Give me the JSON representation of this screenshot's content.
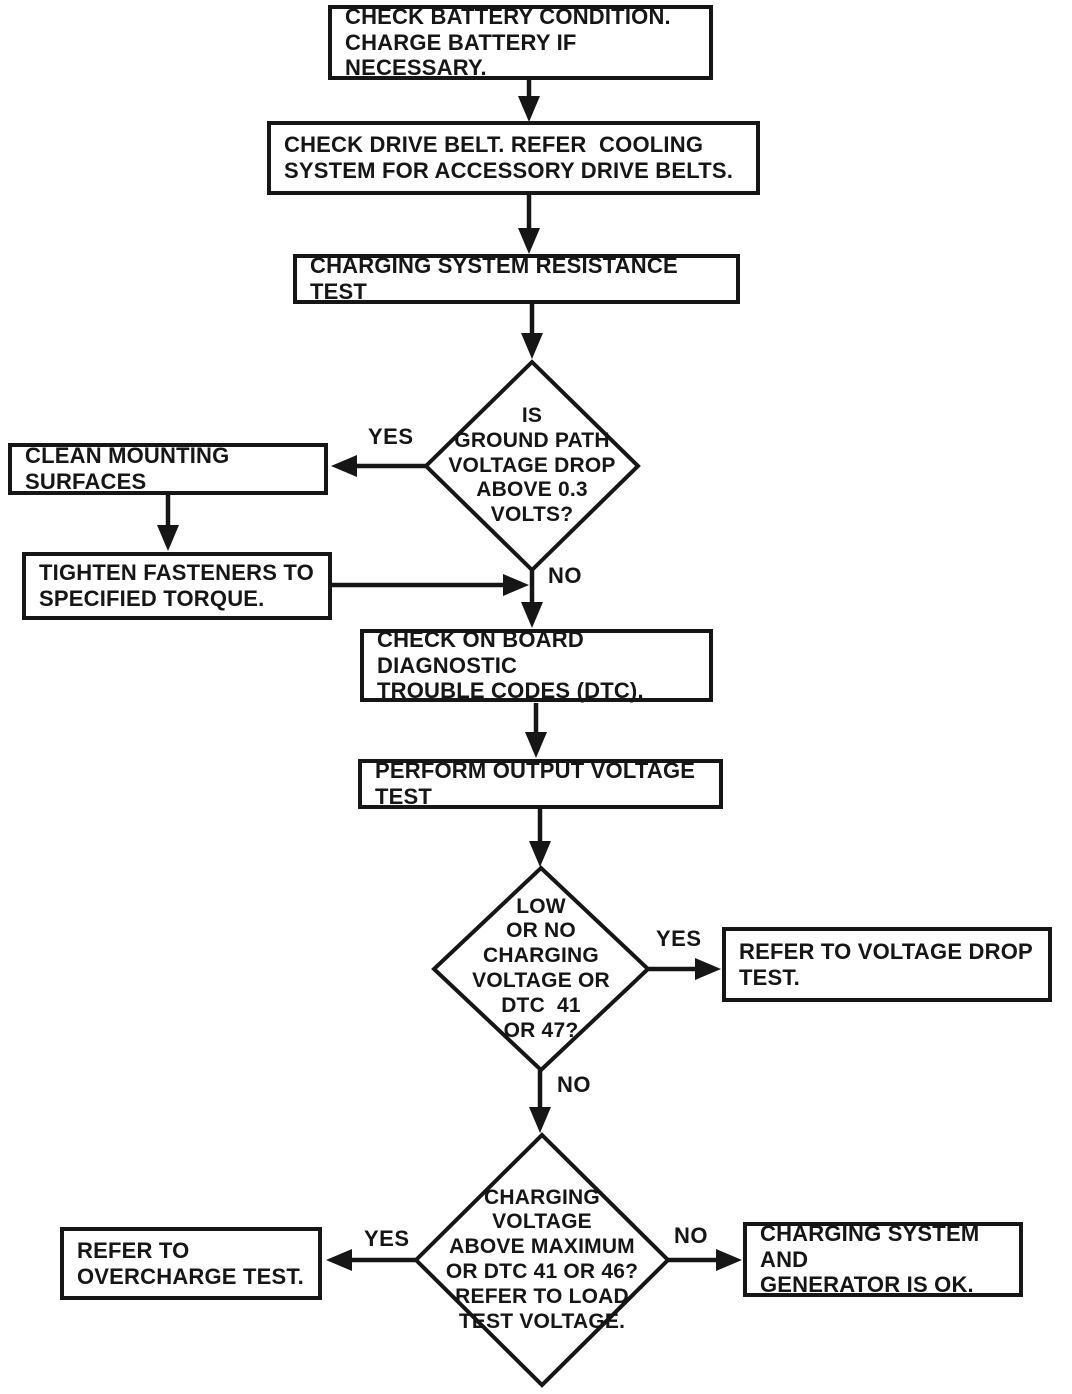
{
  "flowchart": {
    "nodes": {
      "check_battery": "CHECK BATTERY CONDITION.\nCHARGE BATTERY IF NECESSARY.",
      "check_drive_belt": "CHECK DRIVE BELT. REFER  COOLING\nSYSTEM FOR ACCESSORY DRIVE BELTS.",
      "resistance_test": "CHARGING SYSTEM RESISTANCE TEST",
      "ground_path_decision": "IS\nGROUND PATH\nVOLTAGE DROP\nABOVE 0.3\nVOLTS?",
      "clean_surfaces": "CLEAN MOUNTING SURFACES",
      "tighten_fasteners": "TIGHTEN FASTENERS TO\nSPECIFIED TORQUE.",
      "check_dtc": "CHECK ON BOARD DIAGNOSTIC\nTROUBLE CODES (DTC).",
      "output_voltage_test": "PERFORM OUTPUT VOLTAGE TEST",
      "low_voltage_decision": "LOW\nOR NO\nCHARGING\nVOLTAGE OR\nDTC  41\nOR 47?",
      "voltage_drop_test": "REFER TO VOLTAGE DROP\nTEST.",
      "overvoltage_decision": "CHARGING\nVOLTAGE\nABOVE MAXIMUM\nOR DTC 41 OR 46?\nREFER TO LOAD\nTEST VOLTAGE.",
      "overcharge_test": "REFER TO\nOVERCHARGE TEST.",
      "system_ok": "CHARGING SYSTEM AND\nGENERATOR IS OK."
    },
    "edge_labels": {
      "ground_path_yes": "YES",
      "ground_path_no": "NO",
      "low_voltage_yes": "YES",
      "low_voltage_no": "NO",
      "overvoltage_yes": "YES",
      "overvoltage_no": "NO"
    },
    "colors": {
      "ink": "#161616",
      "background": "#ffffff"
    }
  }
}
